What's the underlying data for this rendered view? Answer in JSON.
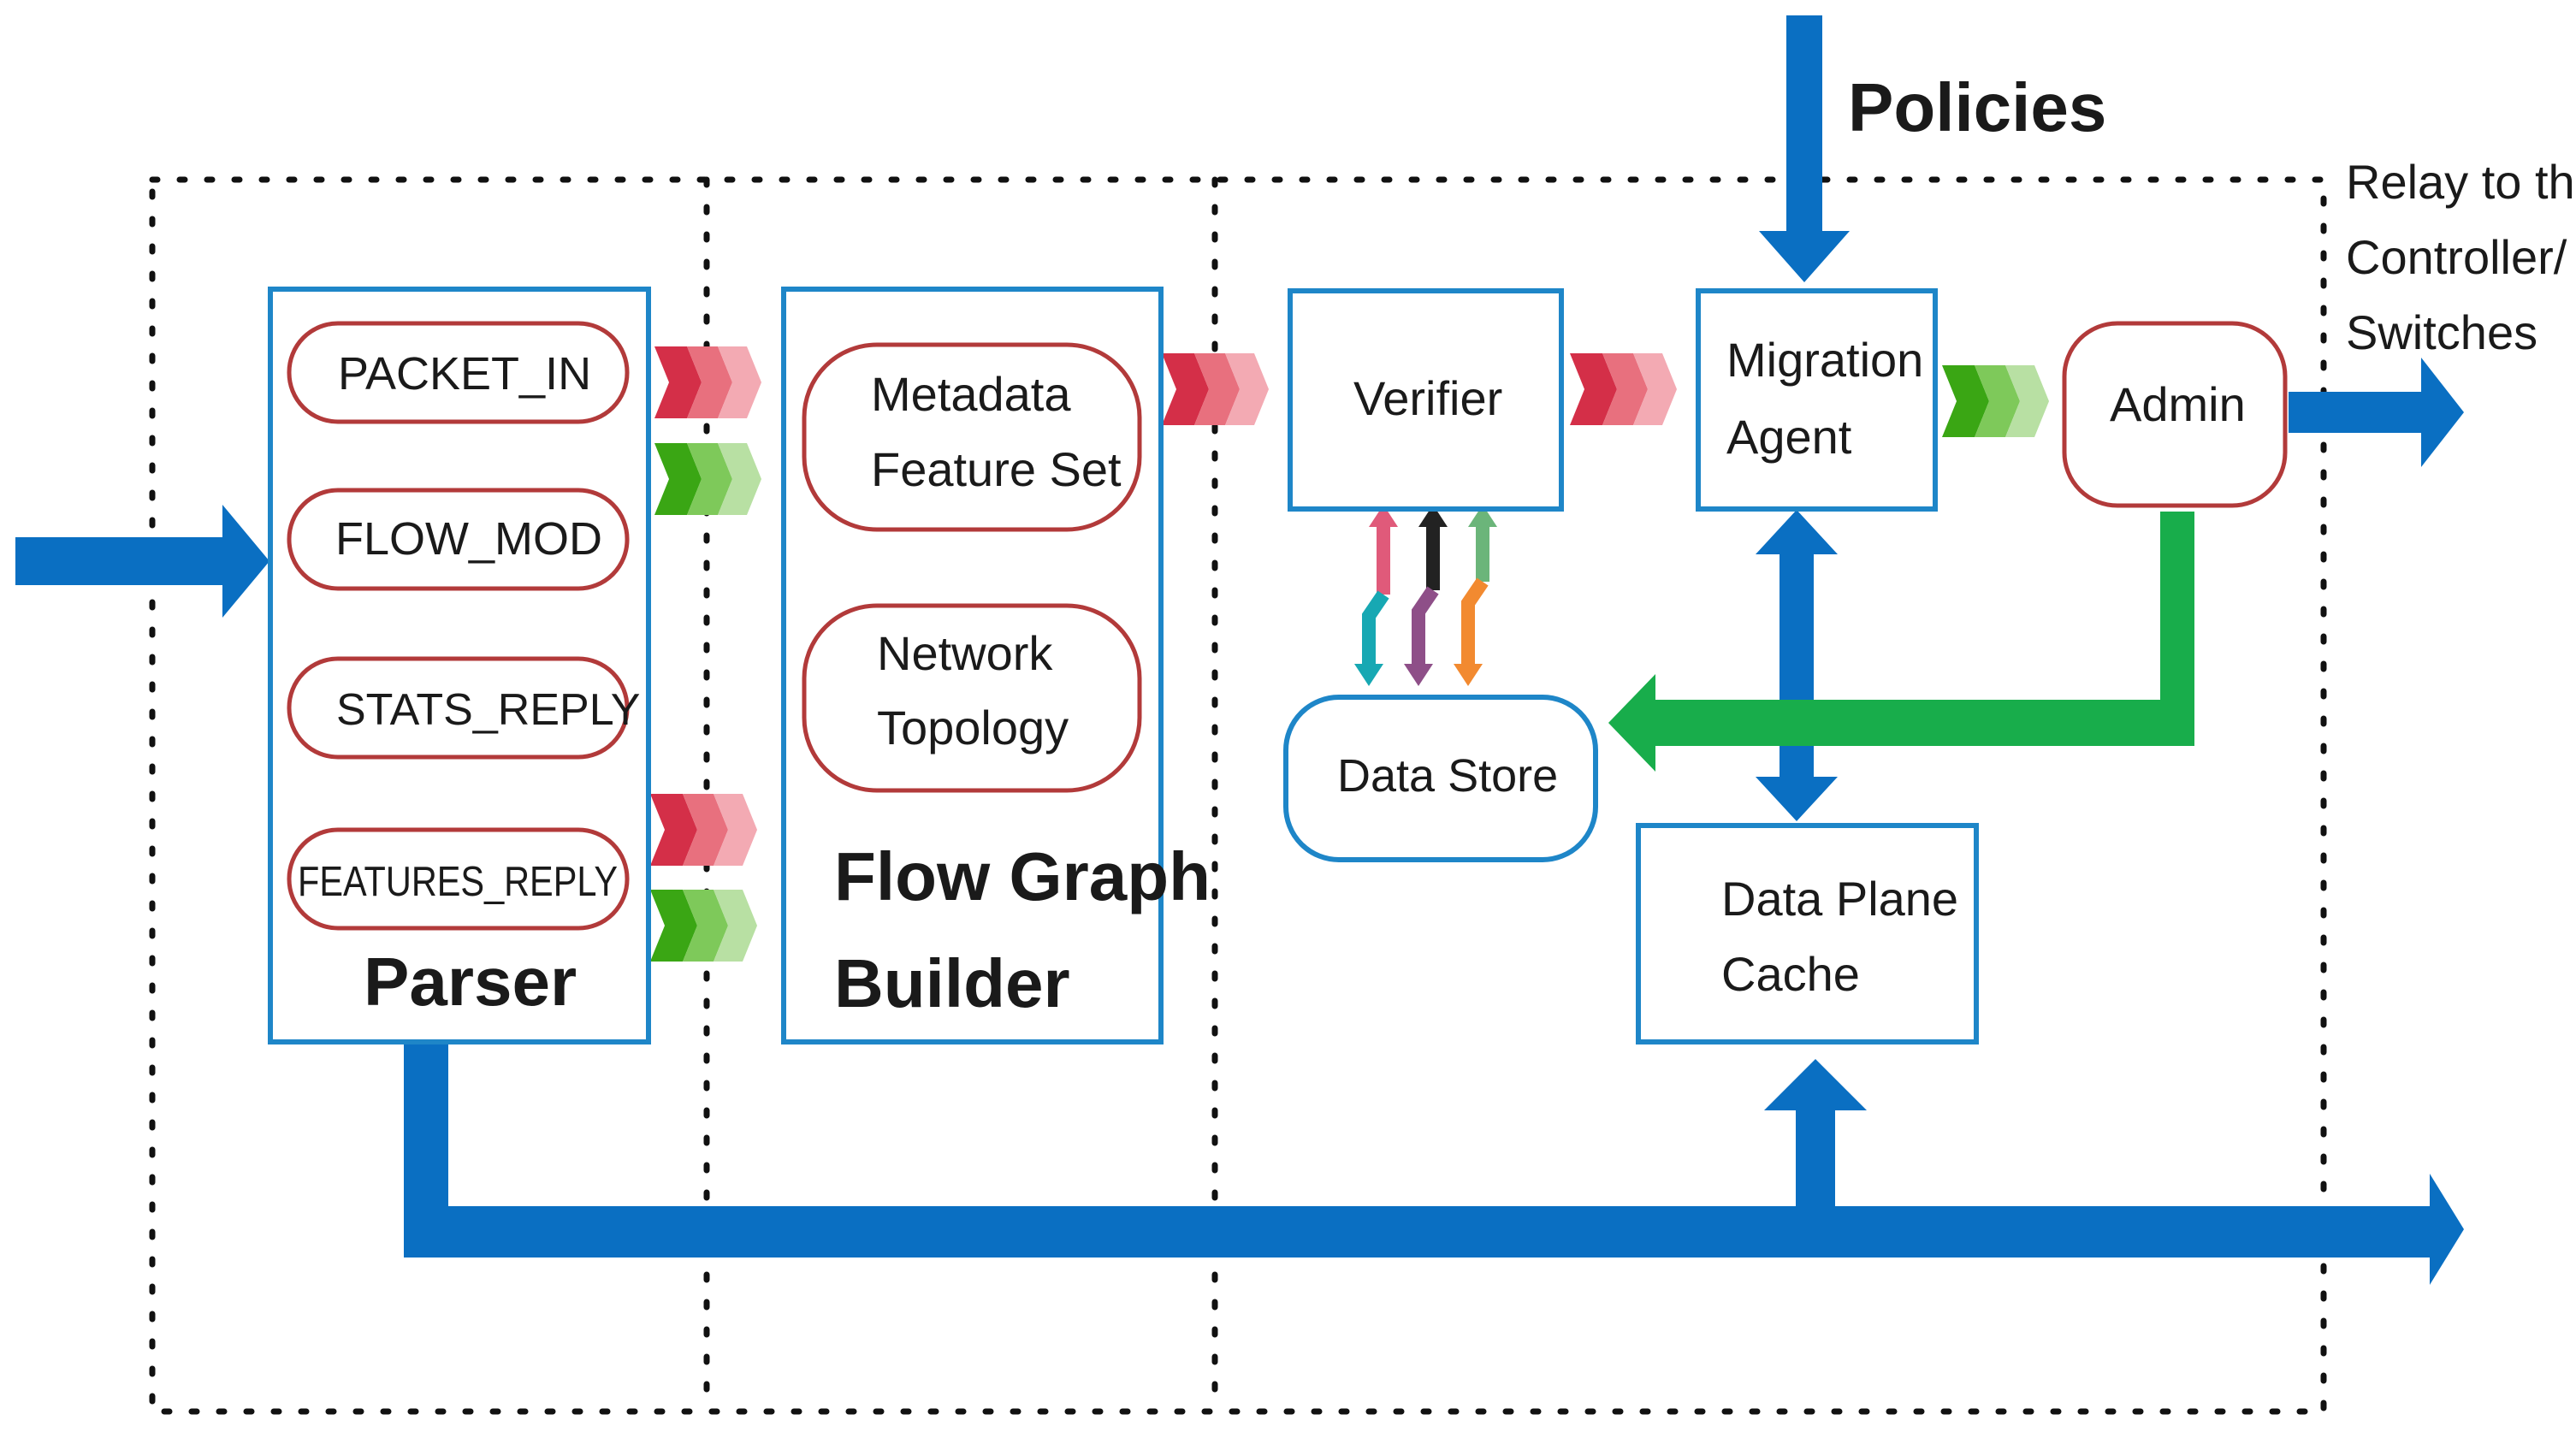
{
  "colors": {
    "blue": "#0a6fc2",
    "green": "#18ad4b",
    "box_border": "#1e86c8",
    "oval_border": "#b23a3a",
    "red_chevron": "#d42f48",
    "green_chevron": "#3aa614"
  },
  "labels": {
    "policies": "Policies",
    "relay_line1": "Relay to the",
    "relay_line2": "Controller/",
    "relay_line3": "Switches",
    "parser": "Parser",
    "msg_packet_in": "PACKET_IN",
    "msg_flow_mod": "FLOW_MOD",
    "msg_stats_reply": "STATS_REPLY",
    "msg_features_reply": "FEATURES_REPLY",
    "metadata_line1": "Metadata",
    "metadata_line2": "Feature Set",
    "network_line1": "Network",
    "network_line2": "Topology",
    "fgb_line1": "Flow Graph",
    "fgb_line2": "Builder",
    "verifier": "Verifier",
    "migration_line1": "Migration",
    "migration_line2": "Agent",
    "admin": "Admin",
    "data_store": "Data Store",
    "dpc_line1": "Data Plane",
    "dpc_line2": "Cache"
  }
}
